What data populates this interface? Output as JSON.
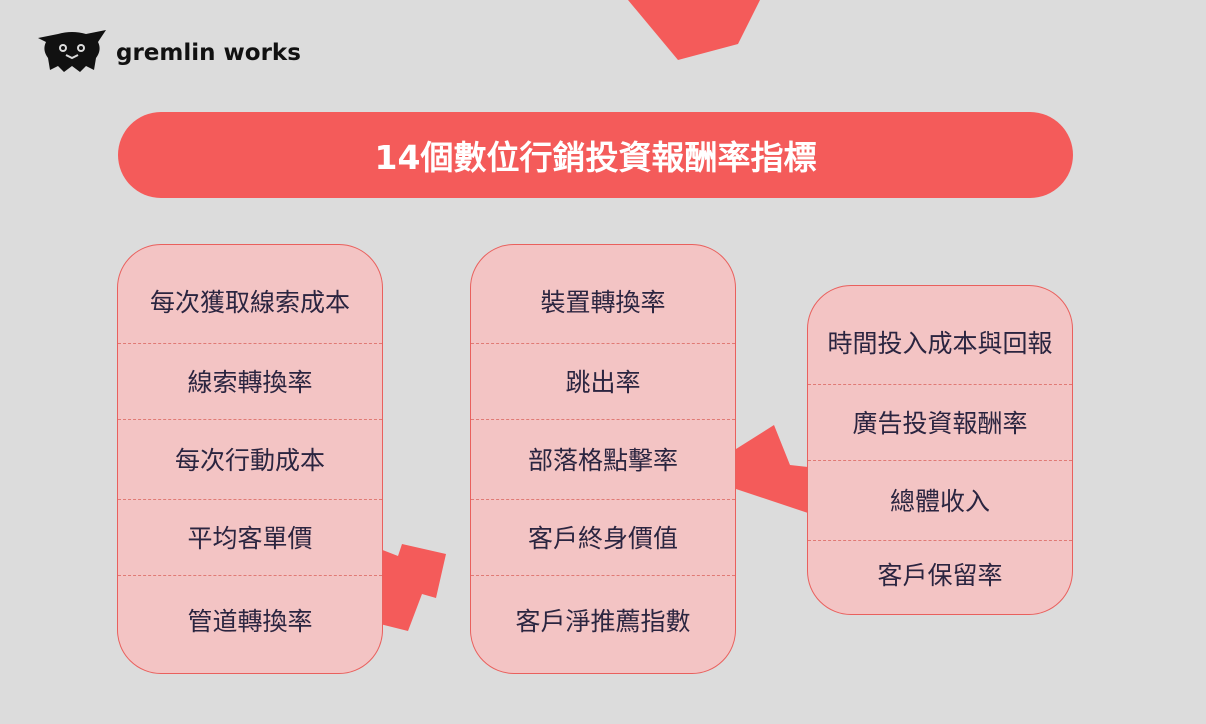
{
  "brand": {
    "name": "gremlin works"
  },
  "title": "14個數位行銷投資報酬率指標",
  "columns": [
    {
      "items": [
        "每次獲取線索成本",
        "線索轉換率",
        "每次行動成本",
        "平均客單價",
        "管道轉換率"
      ]
    },
    {
      "items": [
        "裝置轉換率",
        "跳出率",
        "部落格點擊率",
        "客戶終身價值",
        "客戶淨推薦指數"
      ]
    },
    {
      "items": [
        "時間投入成本與回報",
        "廣告投資報酬率",
        "總體收入",
        "客戶保留率"
      ]
    }
  ],
  "colors": {
    "accent": "#f45b5a",
    "card_bg": "#f3c4c4",
    "background": "#dcdcdc",
    "text": "#2b2540"
  },
  "icons": {
    "logo": "gremlin-cat-icon"
  }
}
